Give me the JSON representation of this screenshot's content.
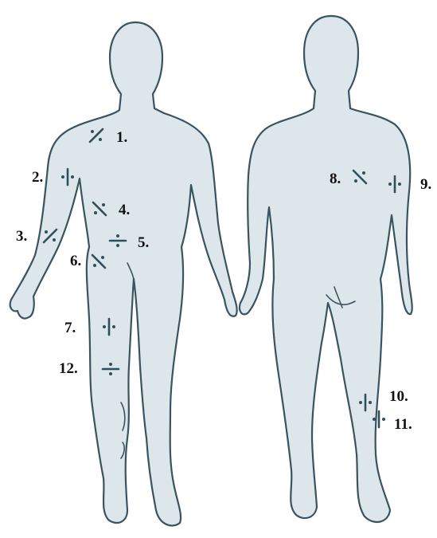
{
  "colors": {
    "skin": "#dde6ea",
    "outline": "#3a5360",
    "marks": "#2f4f5c",
    "label_text": "#111111"
  },
  "figures": {
    "front": {
      "view": "front"
    },
    "back": {
      "view": "back"
    }
  },
  "markers": [
    {
      "label": "1.",
      "view": "front",
      "symbol": "slash-dotted"
    },
    {
      "label": "2.",
      "view": "front",
      "symbol": "vertical-dotted"
    },
    {
      "label": "3.",
      "view": "front",
      "symbol": "slash-dotted"
    },
    {
      "label": "4.",
      "view": "front",
      "symbol": "backslash-dotted"
    },
    {
      "label": "5.",
      "view": "front",
      "symbol": "horizontal-dotted"
    },
    {
      "label": "6.",
      "view": "front",
      "symbol": "backslash-dotted"
    },
    {
      "label": "7.",
      "view": "front",
      "symbol": "vertical-dotted"
    },
    {
      "label": "8.",
      "view": "back",
      "symbol": "backslash-dotted"
    },
    {
      "label": "9.",
      "view": "back",
      "symbol": "vertical-dotted"
    },
    {
      "label": "10.",
      "view": "back",
      "symbol": "vertical-dotted"
    },
    {
      "label": "11.",
      "view": "back",
      "symbol": "vertical-dotted"
    },
    {
      "label": "12.",
      "view": "front",
      "symbol": "horizontal-dotted"
    }
  ]
}
